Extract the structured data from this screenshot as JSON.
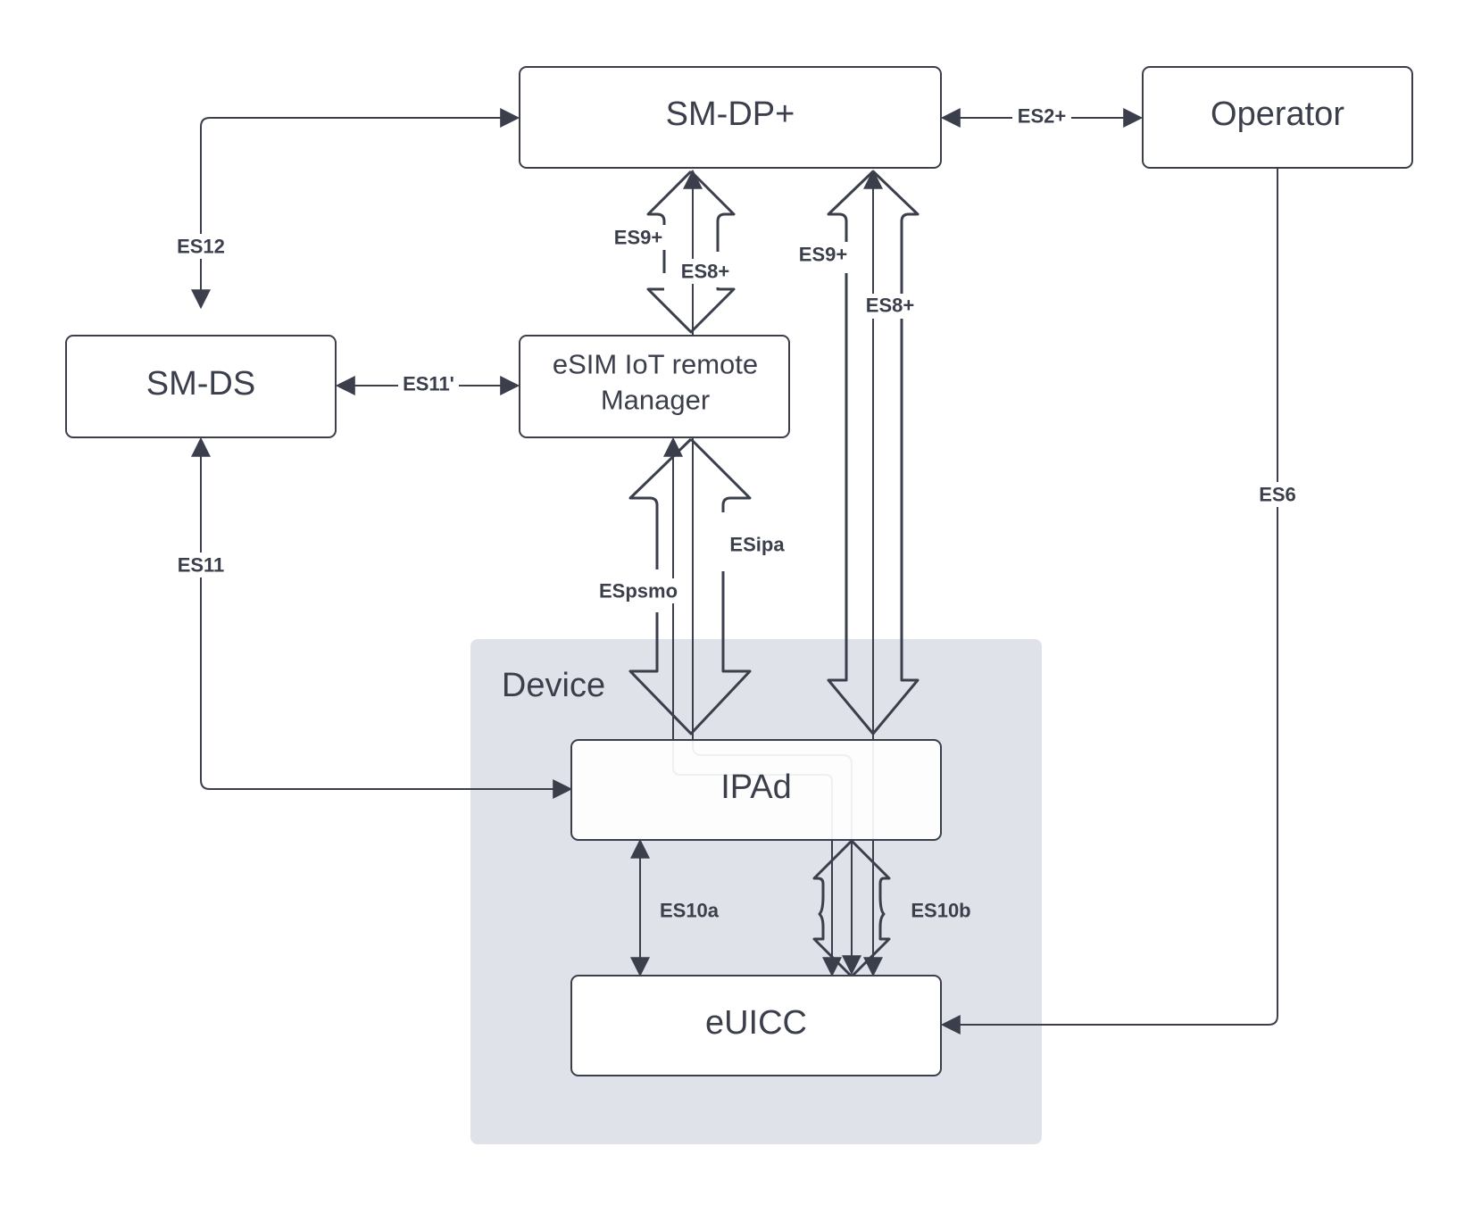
{
  "nodes": {
    "smdp": "SM-DP+",
    "operator": "Operator",
    "smds": "SM-DS",
    "eim_line1": "eSIM IoT remote",
    "eim_line2": "Manager",
    "ipad": "IPAd",
    "euicc": "eUICC",
    "device": "Device"
  },
  "interfaces": {
    "es2": "ES2+",
    "es12": "ES12",
    "es11p": "ES11'",
    "es11": "ES11",
    "es9_left": "ES9+",
    "es8_left": "ES8+",
    "es9_right": "ES9+",
    "es8_right": "ES8+",
    "esipa": "ESipa",
    "espsmo": "ESpsmo",
    "es6": "ES6",
    "es10a": "ES10a",
    "es10b": "ES10b"
  }
}
